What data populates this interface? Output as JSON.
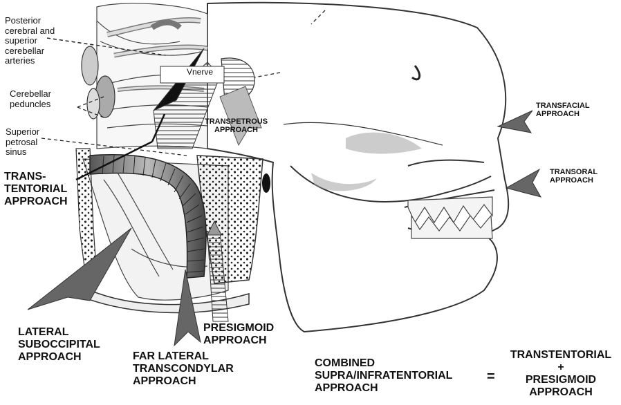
{
  "labels": {
    "posterior_cerebral": "Posterior\ncerebral and\nsuperior\ncerebellar\narteries",
    "cerebellar_peduncles": "Cerebellar\npeduncles",
    "superior_petrosal": "Superior\npetrosal\nsinus",
    "v_nerve": "Vnerve",
    "transpetrous": "TRANSPETROUS\nAPPROACH",
    "transtentorial": "TRANS-\nTENTORIAL\nAPPROACH",
    "transfacial": "TRANSFACIAL\nAPPROACH",
    "transoral": "TRANSORAL\nAPPROACH",
    "lateral_suboccipital": "LATERAL\nSUBOCCIPITAL\nAPPROACH",
    "far_lateral": "FAR LATERAL\nTRANSCONDYLAR\nAPPROACH",
    "presigmoid": "PRESIGMOID\nAPPROACH",
    "combined": "COMBINED\nSUPRA/INFRATENTORIAL\nAPPROACH",
    "equals": "=",
    "combo_result": "TRANSTENTORIAL\n+\nPRESIGMOID\nAPPROACH"
  }
}
